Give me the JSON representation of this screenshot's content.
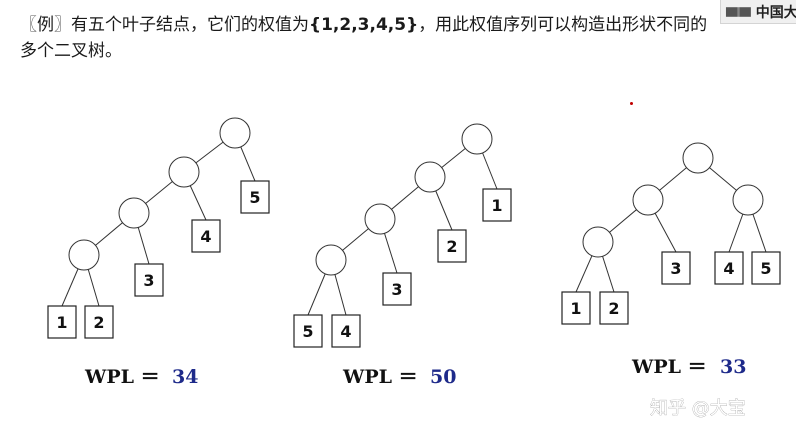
{
  "header": {
    "logo_text": "中国大"
  },
  "intro": {
    "prefix": "〖例〗有五个叶子结点，它们的权值为",
    "values": "{1,2,3,4,5}",
    "suffix": "，用此权值序列可以构造出形状不同的多个二叉树。"
  },
  "trees": [
    {
      "leaves": [
        "1",
        "2",
        "3",
        "4",
        "5"
      ],
      "wpl_label": "WPL ＝",
      "wpl_value": "34"
    },
    {
      "leaves": [
        "5",
        "4",
        "3",
        "2",
        "1"
      ],
      "wpl_label": "WPL ＝",
      "wpl_value": "50"
    },
    {
      "leaves": [
        "1",
        "2",
        "3",
        "4",
        "5"
      ],
      "wpl_label": "WPL ＝",
      "wpl_value": "33"
    }
  ],
  "watermark": {
    "text": "知乎 @大宝"
  }
}
